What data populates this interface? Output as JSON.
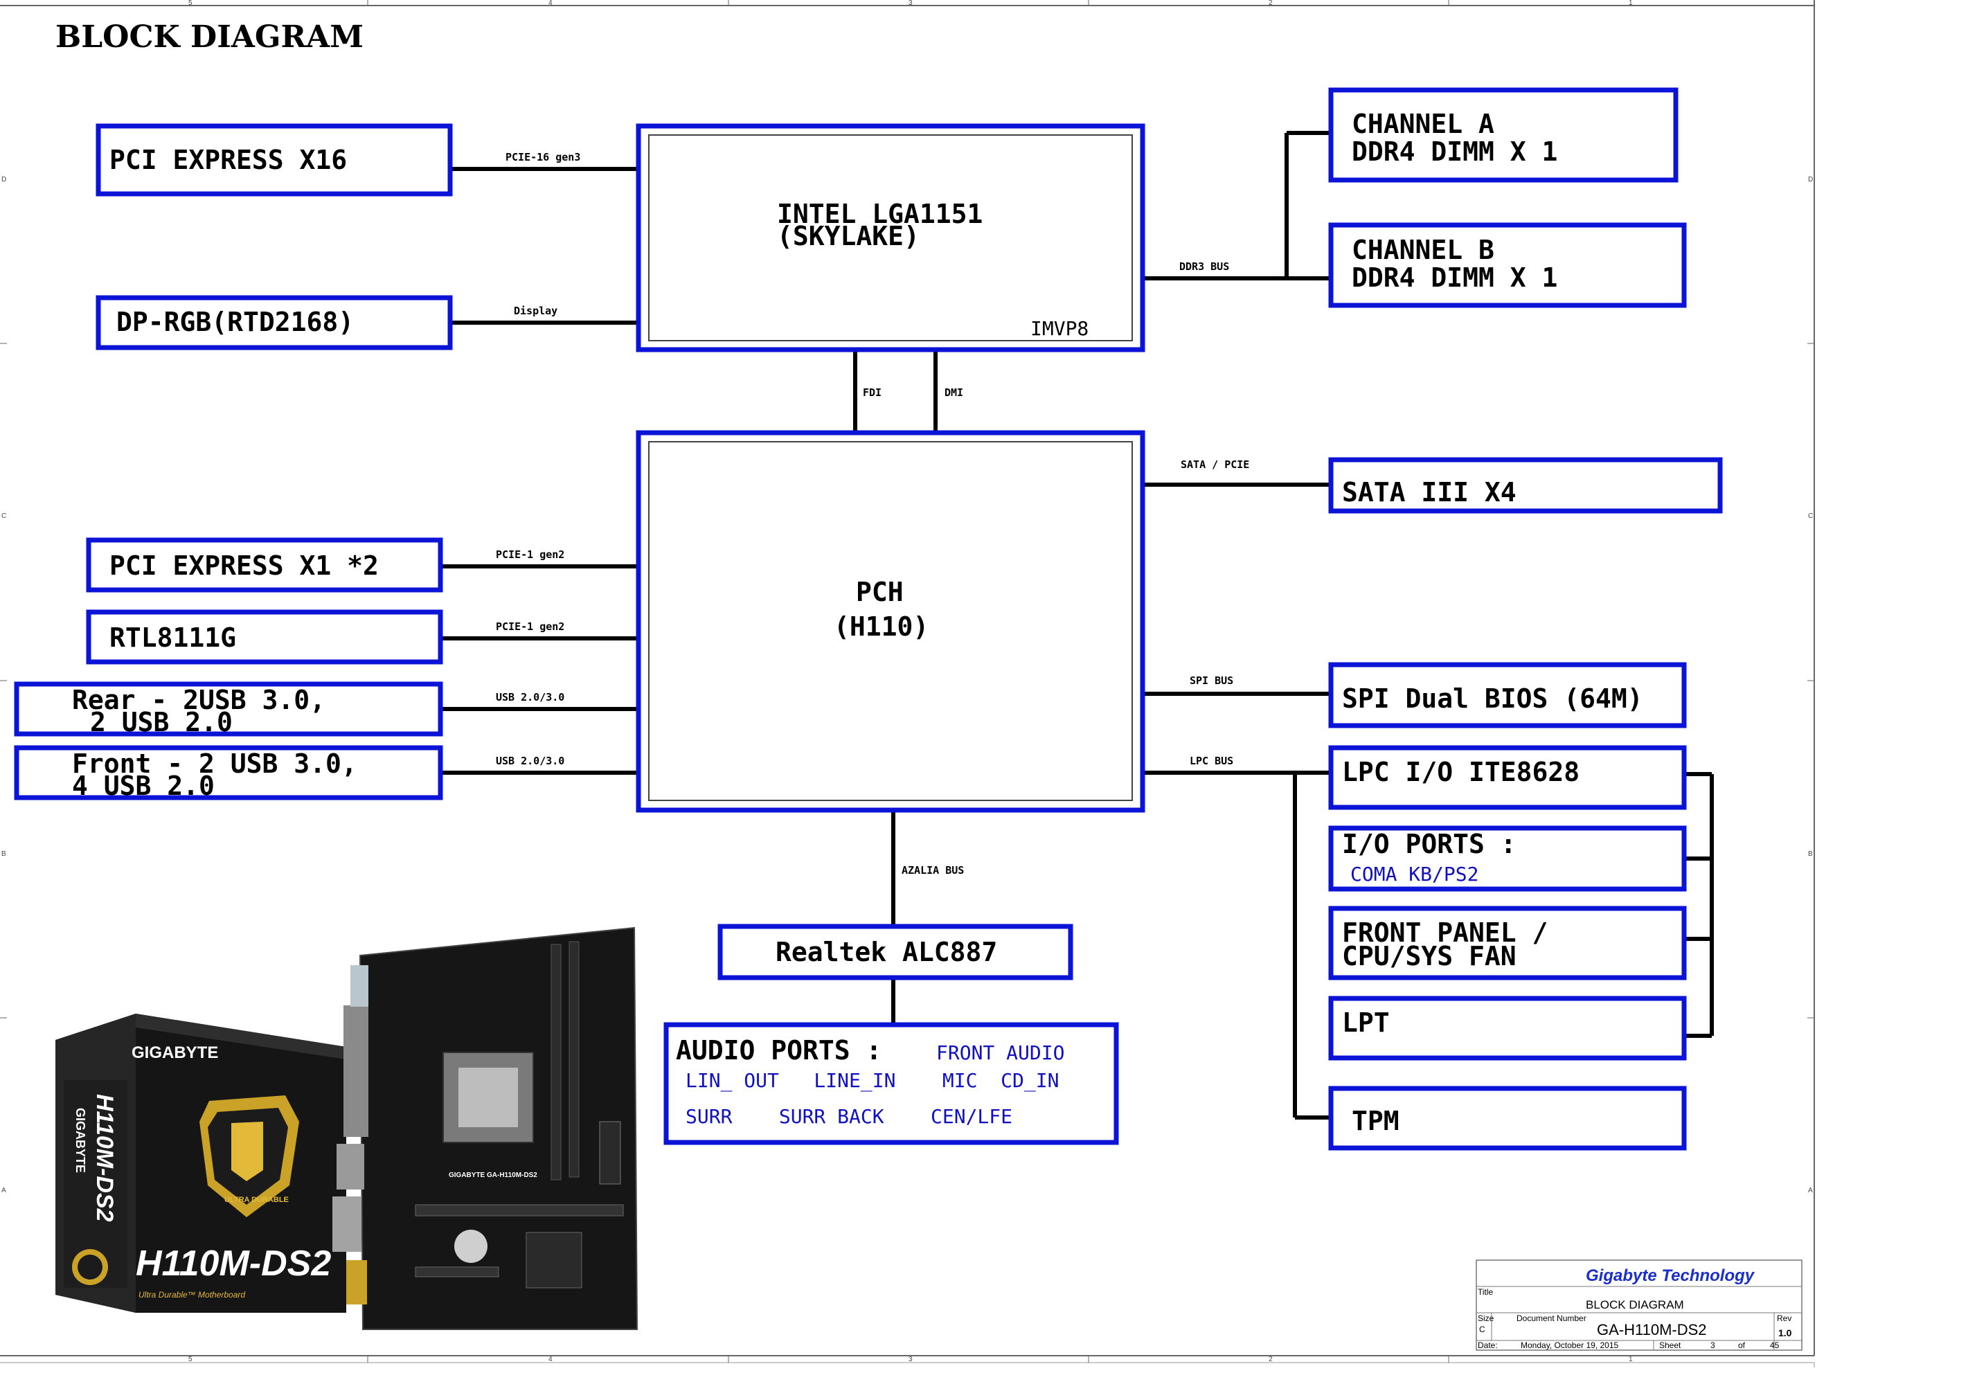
{
  "title": "BLOCK DIAGRAM",
  "blocks": {
    "pcie_x16": "PCI EXPRESS X16",
    "dp_rgb": "DP-RGB(RTD2168)",
    "cpu_line1": "INTEL LGA1151",
    "cpu_line2": "(SKYLAKE)",
    "cpu_vr": "IMVP8",
    "channel_a_line1": "CHANNEL A",
    "channel_a_line2": "DDR4  DIMM X 1",
    "channel_b_line1": "CHANNEL B",
    "channel_b_line2": "DDR4 DIMM X 1",
    "pch_line1": "PCH",
    "pch_line2": "(H110)",
    "pcie_x1": "PCI EXPRESS X1 *2",
    "rtl8111g": "RTL8111G",
    "rear_usb_line1": "Rear - 2USB 3.0,",
    "rear_usb_line2": "2 USB 2.0",
    "front_usb_line1": "Front - 2 USB 3.0,",
    "front_usb_line2": "4 USB 2.0",
    "sata": "SATA III X4",
    "spi_bios": "SPI Dual BIOS (64M)",
    "lpc_io": "LPC I/O ITE8628",
    "io_ports_title": "I/O PORTS :",
    "io_ports_items": "COMA  KB/PS2",
    "front_panel_line1": "FRONT PANEL /",
    "front_panel_line2": "CPU/SYS FAN",
    "lpt": "LPT",
    "tpm": "TPM",
    "realtek": "Realtek ALC887",
    "audio_title": "AUDIO PORTS :",
    "audio_front": "FRONT AUDIO",
    "audio_row2": "LIN_ OUT   LINE_IN    MIC  CD_IN",
    "audio_row3": "SURR    SURR BACK    CEN/LFE"
  },
  "buses": {
    "pcie16": "PCIE-16 gen3",
    "display": "Display",
    "ddr3": "DDR3 BUS",
    "fdi": "FDI",
    "dmi": "DMI",
    "sata_pcie": "SATA / PCIE",
    "pcie1_a": "PCIE-1 gen2",
    "pcie1_b": "PCIE-1 gen2",
    "usb_a": "USB 2.0/3.0",
    "usb_b": "USB 2.0/3.0",
    "spi": "SPI BUS",
    "lpc": "LPC BUS",
    "azalia": "AZALIA BUS"
  },
  "title_block": {
    "company": "Gigabyte Technology",
    "title_label": "Title",
    "title_value": "BLOCK DIAGRAM",
    "size_label": "Size",
    "size_value": "C",
    "docnum_label": "Document Number",
    "docnum_value": "GA-H110M-DS2",
    "rev_label": "Rev",
    "rev_value": "1.0",
    "date_label": "Date:",
    "date_value": "Monday, October 19, 2015",
    "sheet_label": "Sheet",
    "sheet_value": "3",
    "of_label": "of",
    "of_value": "45"
  },
  "product_box": {
    "brand": "GIGABYTE",
    "model": "H110M-DS2",
    "tagline": "Ultra Durable™ Motherboard",
    "badge": "ULTRA DURABLE",
    "board_label": "GIGABYTE GA-H110M-DS2"
  },
  "frame": {
    "cols": [
      "5",
      "4",
      "3",
      "2",
      "1"
    ],
    "rows": [
      "D",
      "C",
      "B",
      "A"
    ]
  },
  "colors": {
    "box_border": "#0b14d6",
    "wire": "#000000",
    "blue_text": "#1010c0",
    "company": "#1a2fc8"
  }
}
